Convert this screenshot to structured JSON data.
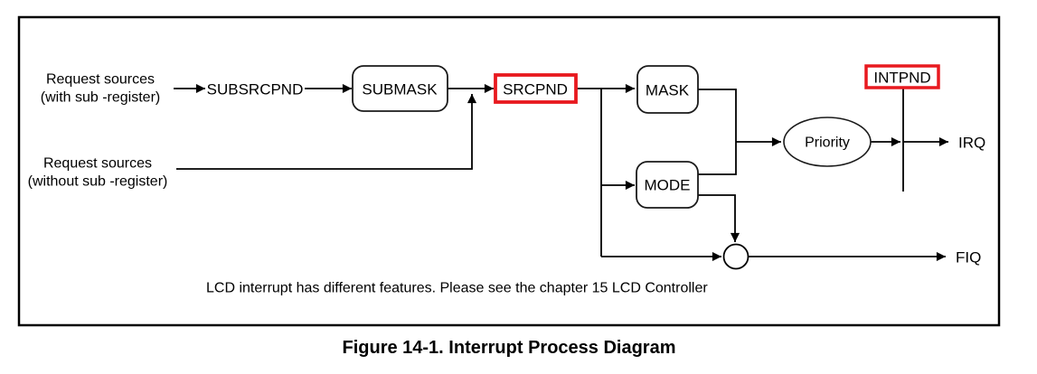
{
  "figure": {
    "caption": "Figure 14-1. Interrupt Process Diagram",
    "note": "LCD interrupt has different features. Please see the chapter 15 LCD Controller"
  },
  "diagram": {
    "sources": {
      "with_sub": {
        "line1": "Request sources",
        "line2": "(with sub -register)"
      },
      "without_sub": {
        "line1": "Request sources",
        "line2": "(without sub -register)"
      }
    },
    "nodes": {
      "subsrcpnd": "SUBSRCPND",
      "submask": "SUBMASK",
      "srcpnd": "SRCPND",
      "mask": "MASK",
      "mode": "MODE",
      "priority": "Priority",
      "intpnd": "INTPND"
    },
    "outputs": {
      "irq": "IRQ",
      "fiq": "FIQ"
    },
    "colors": {
      "highlight_red": "#e8191f",
      "line_black": "#000000"
    }
  }
}
